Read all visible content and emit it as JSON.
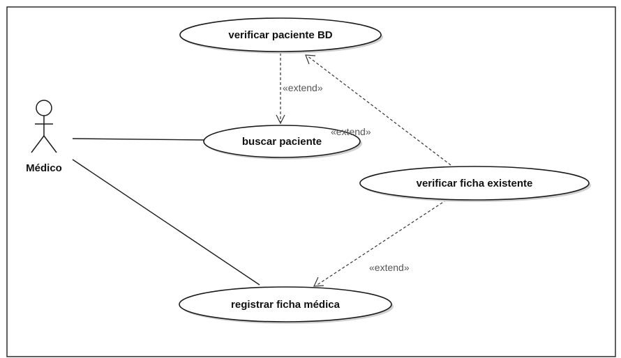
{
  "actor": {
    "name": "Médico"
  },
  "use_cases": {
    "verificar_paciente_bd": "verificar paciente BD",
    "buscar_paciente": "buscar paciente",
    "verificar_ficha_existente": "verificar ficha existente",
    "registrar_ficha_medica": "registrar ficha médica"
  },
  "relations": {
    "extend_buscar_to_verificar_bd": "«extend»",
    "extend_ficha_to_verificar_bd": "«extend»",
    "extend_ficha_to_registrar": "«extend»"
  },
  "colors": {
    "line": "#1a1a1a",
    "dashed": "#333333",
    "stereotype_text": "#555555",
    "shadow": "#d0d0d0"
  }
}
